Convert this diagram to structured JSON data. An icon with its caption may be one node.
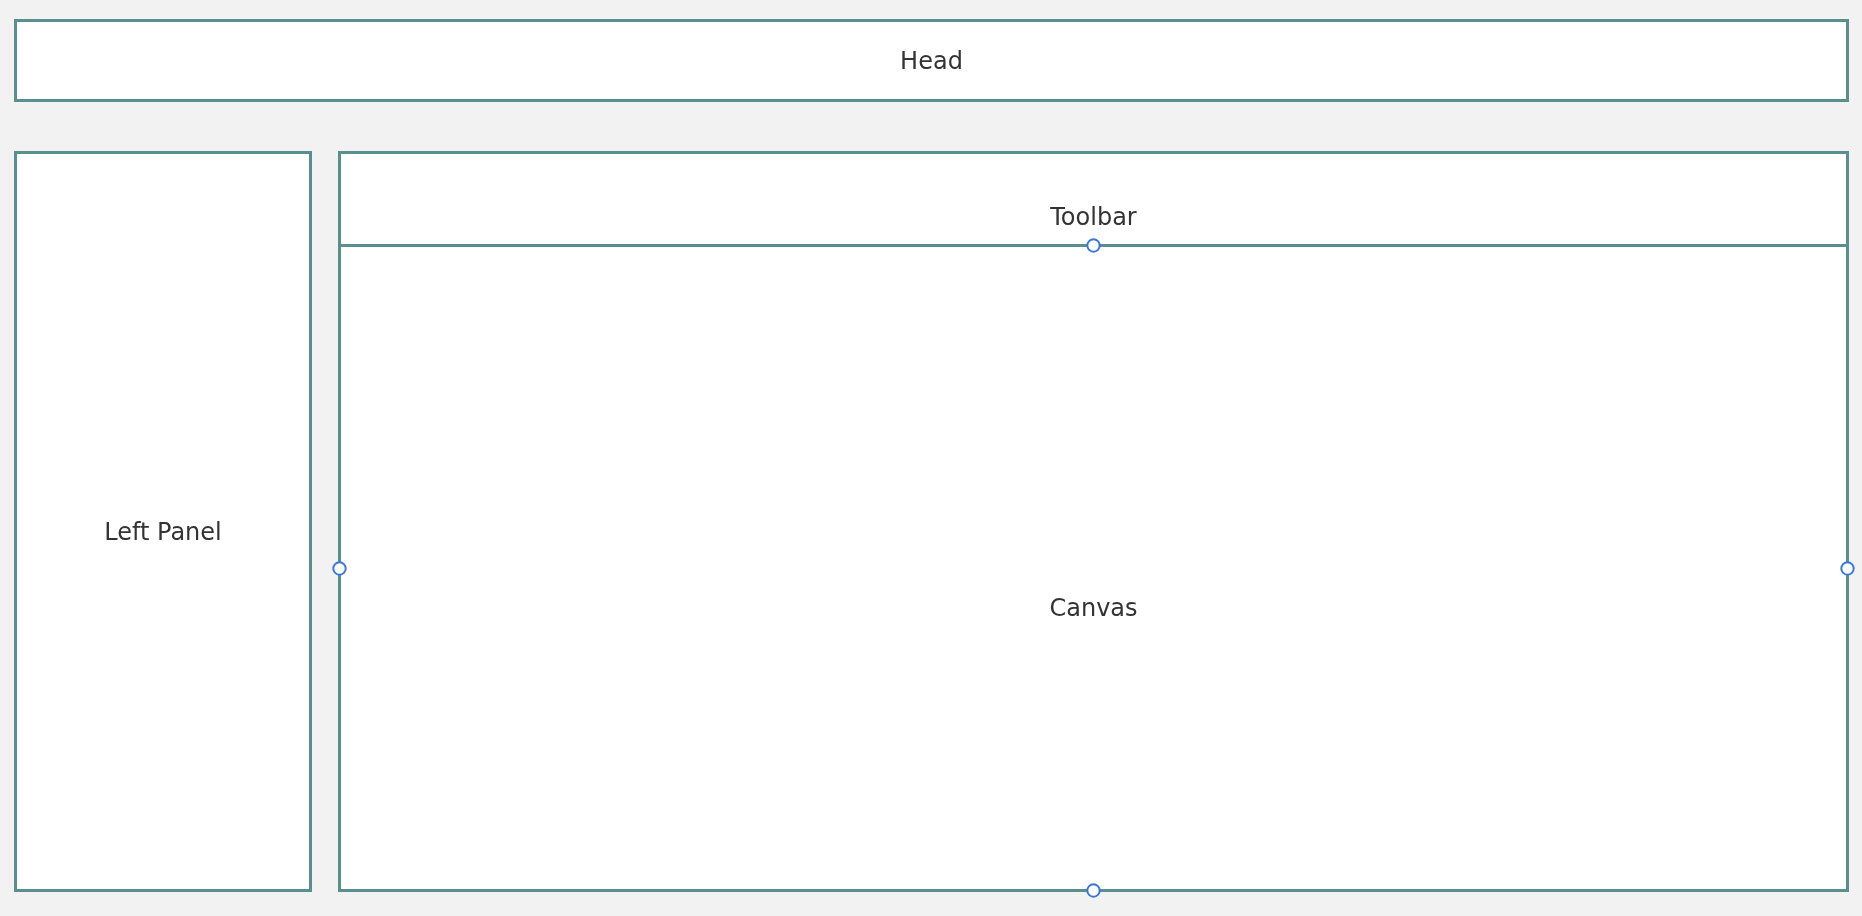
{
  "diagram": {
    "nodes": [
      {
        "text": [
          "Head"
        ]
      },
      {
        "text": [
          "Left Panel"
        ]
      },
      {
        "text": [
          "Toolbar"
        ]
      },
      {
        "text": [
          "Canvas"
        ]
      }
    ]
  }
}
